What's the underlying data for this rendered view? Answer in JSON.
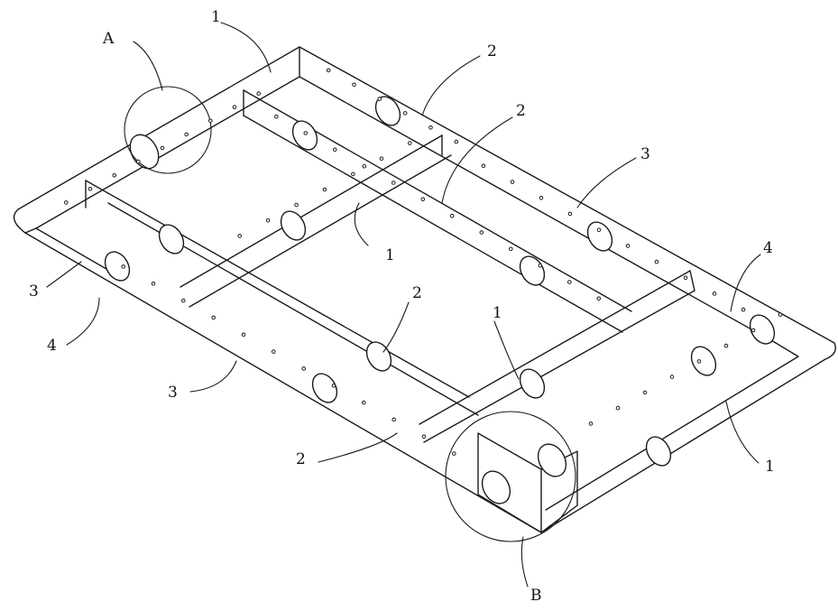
{
  "diagram": {
    "labels": {
      "A": "A",
      "B": "B",
      "n1": "1",
      "n2": "2",
      "n3": "3",
      "n4": "4"
    },
    "colors": {
      "stroke": "#1a1a1a",
      "background": "#ffffff"
    }
  }
}
